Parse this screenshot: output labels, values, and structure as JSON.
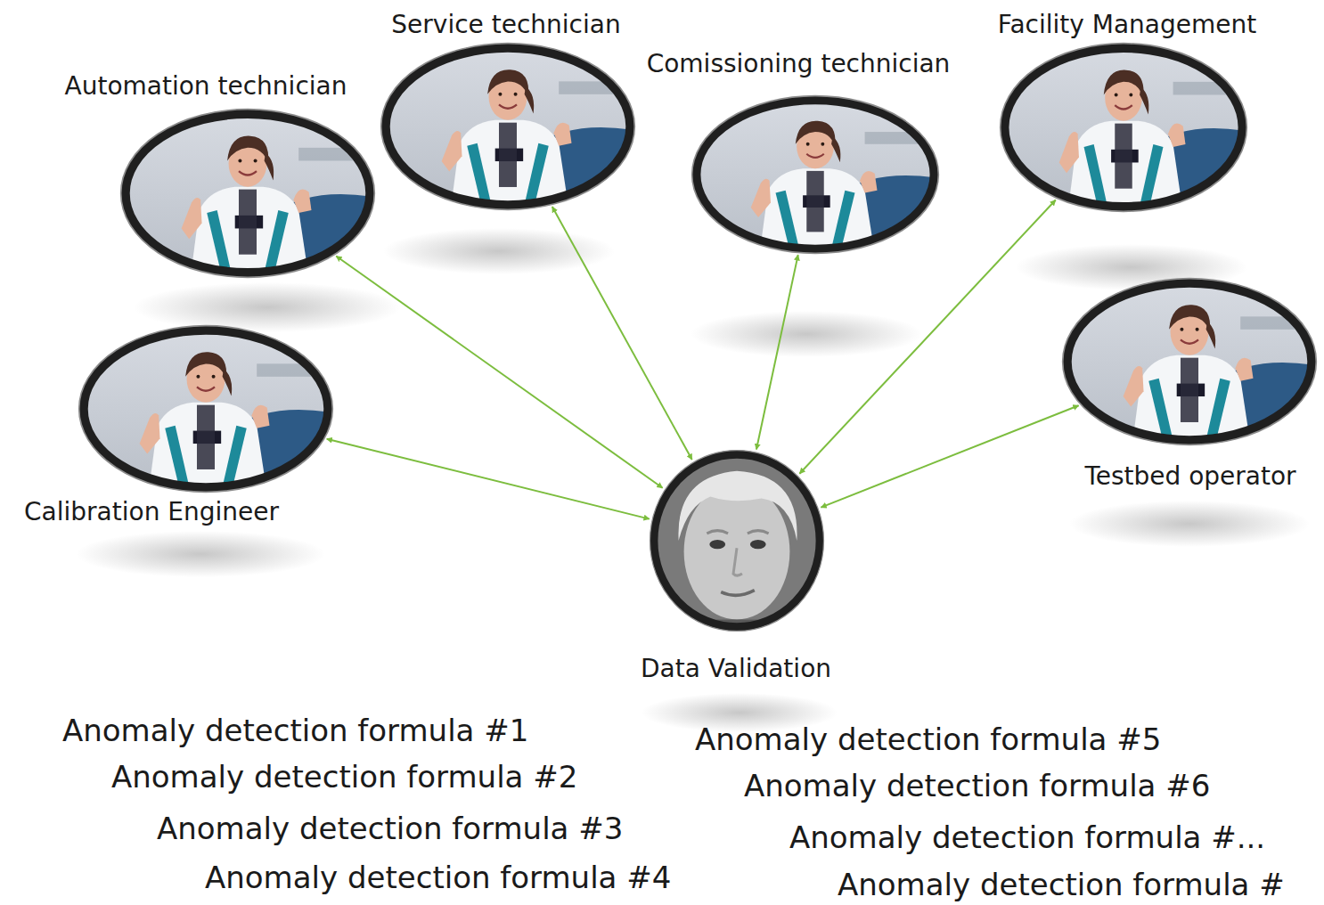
{
  "diagram": {
    "nodes": [
      {
        "text": [
          "Automation technician"
        ]
      },
      {
        "text": [
          "Service technician"
        ]
      },
      {
        "text": [
          "Comissioning technician"
        ]
      },
      {
        "text": [
          "Facility Management"
        ]
      },
      {
        "text": [
          "Calibration Engineer"
        ]
      },
      {
        "text": [
          "Testbed operator"
        ]
      },
      {
        "text": [
          "Data Validation"
        ]
      }
    ],
    "edges": [
      {
        "from": 6,
        "to": 4,
        "arrow": "both"
      },
      {
        "from": 6,
        "to": 0,
        "arrow": "both"
      },
      {
        "from": 6,
        "to": 1,
        "arrow": "both"
      },
      {
        "from": 6,
        "to": 2,
        "arrow": "both"
      },
      {
        "from": 6,
        "to": 3,
        "arrow": "both"
      },
      {
        "from": 6,
        "to": 5,
        "arrow": "both"
      }
    ],
    "labels": [
      "Anomaly detection formula #1",
      "Anomaly detection formula #2",
      "Anomaly detection formula #3",
      "Anomaly detection formula #4",
      "Anomaly detection formula #5",
      "Anomaly detection formula #6",
      "Anomaly detection formula #...",
      "Anomaly detection formula #"
    ]
  }
}
